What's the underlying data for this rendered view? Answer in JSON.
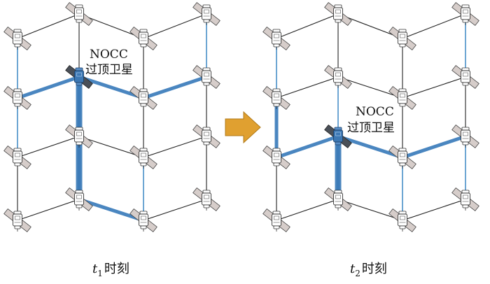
{
  "left_panel": {
    "annotation_line1": "NOCC",
    "annotation_line2": "过顶卫星",
    "time_var": "t",
    "time_sub": "1",
    "time_suffix": "时刻"
  },
  "right_panel": {
    "annotation_line1": "NOCC",
    "annotation_line2": "过顶卫星",
    "time_var": "t",
    "time_sub": "2",
    "time_suffix": "时刻"
  },
  "colors": {
    "thin_link": "#222222",
    "inter_plane_link": "#4a90c8",
    "highlight_link": "#4a86c0",
    "highlight_satellite": "#3c78b4",
    "satellite_body": "#ffffff",
    "solar_panel": "#d6cdca",
    "arrow": "#e0a030"
  }
}
